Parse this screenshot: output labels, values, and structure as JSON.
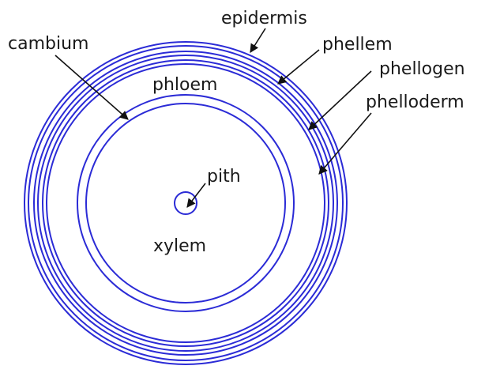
{
  "colors": {
    "ring": "#2b2bd6",
    "arrow": "#111111",
    "text": "#1a1a1a",
    "background": "#ffffff"
  },
  "labels": {
    "epidermis": "epidermis",
    "phellem": "phellem",
    "phellogen": "phellogen",
    "phelloderm": "phelloderm",
    "cambium": "cambium",
    "phloem": "phloem",
    "pith": "pith",
    "xylem": "xylem"
  }
}
